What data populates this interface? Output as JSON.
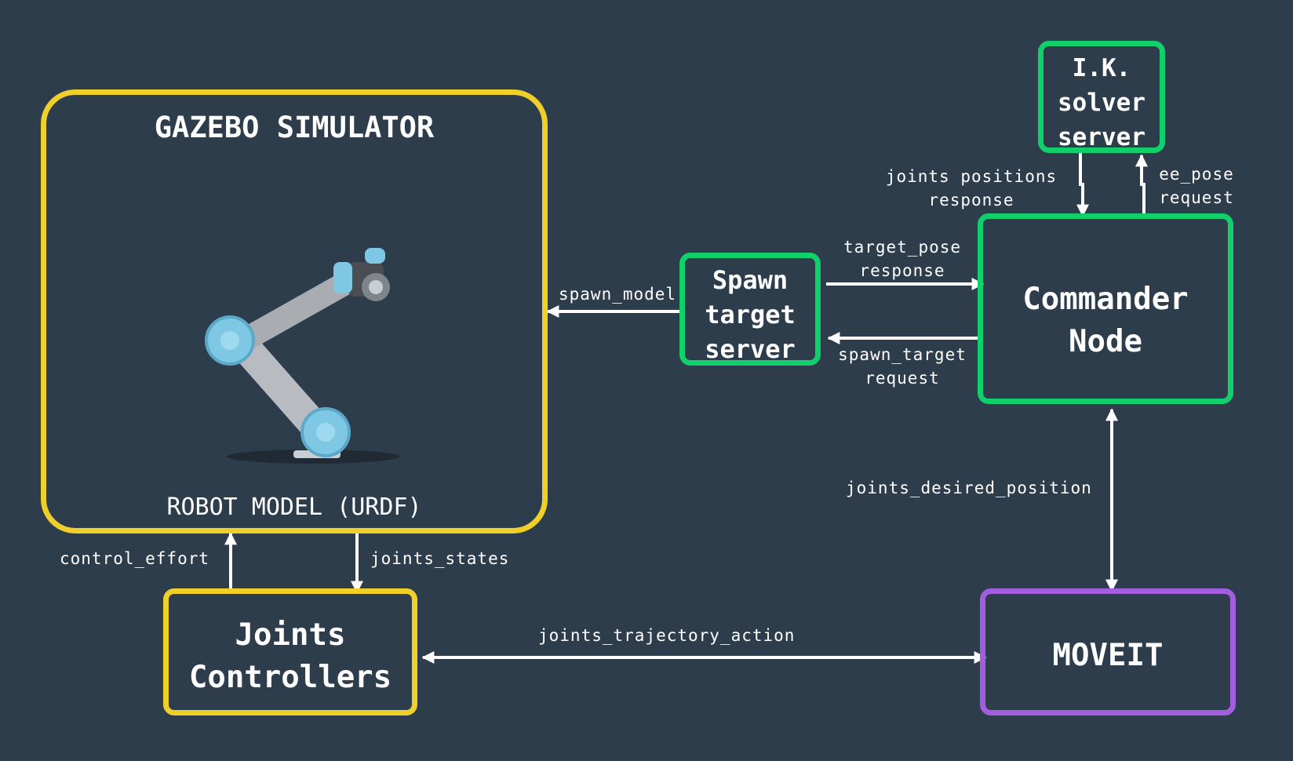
{
  "nodes": {
    "gazebo": {
      "title": "GAZEBO SIMULATOR",
      "subtitle": "ROBOT MODEL (URDF)"
    },
    "spawn": {
      "label": "Spawn\ntarget\nserver"
    },
    "commander": {
      "label": "Commander\nNode"
    },
    "ik": {
      "label": "I.K.\nsolver\nserver"
    },
    "joints_controllers": {
      "label": "Joints\nControllers"
    },
    "moveit": {
      "label": "MOVEIT"
    }
  },
  "edges": {
    "spawn_model": "spawn_model",
    "target_pose_response": "target_pose\nresponse",
    "spawn_target_request": "spawn_target\nrequest",
    "joints_positions_response": "joints positions\nresponse",
    "ee_pose_request": "ee_pose\nrequest",
    "joints_desired_position": "joints_desired_position",
    "control_effort": "control_effort",
    "joints_states": "joints_states",
    "joints_trajectory_action": "joints_trajectory_action"
  },
  "colors": {
    "background": "#2e3d4c",
    "simulation": "#efd02a",
    "ros_nodes": "#11cf6b",
    "moveit": "#a35ee0",
    "arrows": "#ffffff",
    "robot_accent": "#7ec8e6"
  },
  "icons": {
    "robot": "ur5-robot-arm-icon"
  }
}
